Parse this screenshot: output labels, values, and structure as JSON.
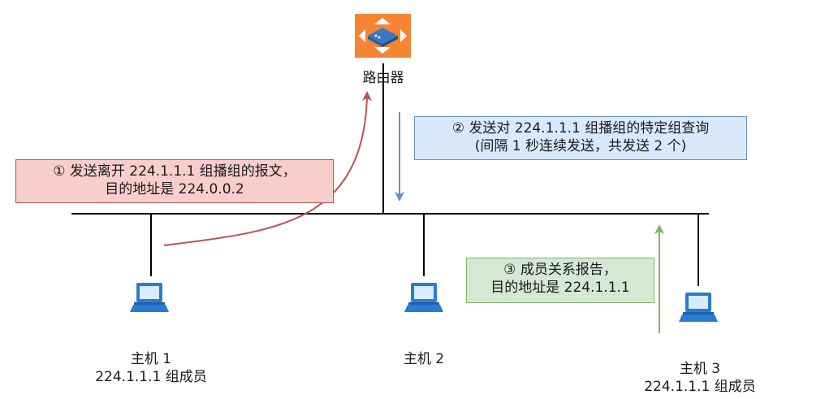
{
  "router": {
    "label": "路由器"
  },
  "hosts": [
    {
      "name": "主机 1",
      "note": "224.1.1.1 组成员"
    },
    {
      "name": "主机 2",
      "note": ""
    },
    {
      "name": "主机 3",
      "note": "224.1.1.1 组成员"
    }
  ],
  "steps": [
    {
      "line1": "① 发送离开 224.1.1.1 组播组的报文，",
      "line2": "目的地址是 224.0.0.2"
    },
    {
      "line1": "② 发送对 224.1.1.1 组播组的特定组查询",
      "line2": "(间隔 1 秒连续发送，共发送 2 个)"
    },
    {
      "line1": "③ 成员关系报告，",
      "line2": "目的地址是 224.1.1.1"
    }
  ],
  "colors": {
    "red_fill": "#f8cecc",
    "red_arrow": "#b85450",
    "blue_fill": "#dae8fc",
    "blue_arrow": "#6c8ebf",
    "green_fill": "#d5e8d4",
    "green_arrow": "#82b366",
    "router_orange": "#f58534",
    "laptop_blue": "#2a7bd4"
  }
}
